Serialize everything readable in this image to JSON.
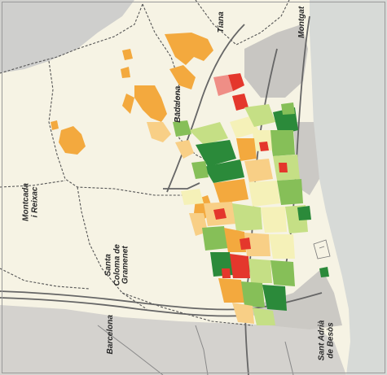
{
  "map": {
    "places": {
      "tiana": "Tiana",
      "montgat": "Montgat",
      "badalona": "Badalona",
      "montcada": [
        "Montcada",
        "i Reixac"
      ],
      "santa_coloma": [
        "Santa",
        "Coloma de",
        "Gramenet"
      ],
      "barcelona": "Barcelona",
      "sant_adria": [
        "Sant Adrià",
        "de Besòs"
      ]
    },
    "colors": {
      "land": "#f6f3e4",
      "sea": "#d7dad7",
      "urban_gray": "#c8c6c2",
      "orange": "#f3a93e",
      "light_orange": "#f8cf86",
      "red": "#e4372c",
      "pink": "#ef8e86",
      "light_yellow": "#f5f1b8",
      "light_green": "#c5df85",
      "mid_green": "#86bf58",
      "dark_green": "#2b8a3a",
      "boundary": "#555555",
      "road": "#666666"
    }
  }
}
